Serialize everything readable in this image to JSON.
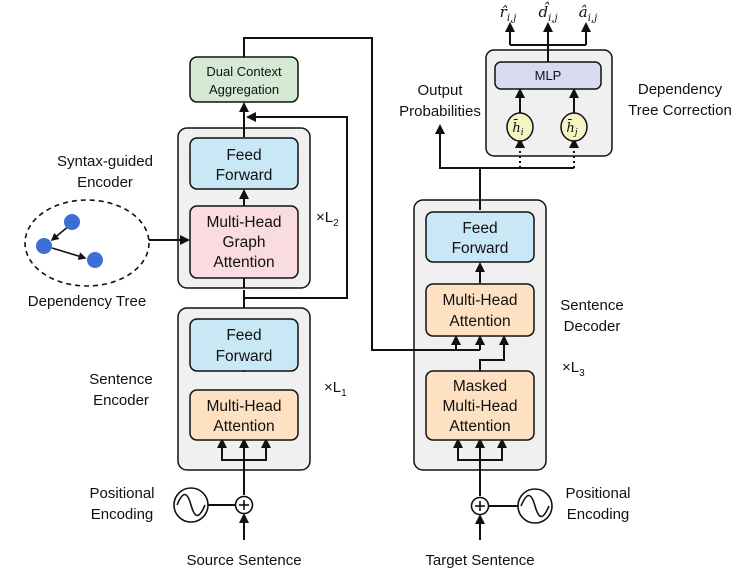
{
  "colors": {
    "feed_forward": "#c9e8f5",
    "attention": "#fde1c2",
    "graph_attention": "#fadbe0",
    "aggregation": "#d5ead4",
    "mlp": "#d8daf0",
    "hidden": "#f6f3c4",
    "container": "#f0f0f0",
    "node": "#3b6fd6"
  },
  "encoder": {
    "syntax_label_1": "Syntax-guided",
    "syntax_label_2": "Encoder",
    "feed_forward_1": "Feed",
    "feed_forward_2": "Forward",
    "graph_attention_1": "Multi-Head",
    "graph_attention_2": "Graph",
    "graph_attention_3": "Attention",
    "repeat_l2": "×L",
    "repeat_l2_sub": "2",
    "sentence_label_1": "Sentence",
    "sentence_label_2": "Encoder",
    "ff2_1": "Feed",
    "ff2_2": "Forward",
    "attention_1": "Multi-Head",
    "attention_2": "Attention",
    "repeat_l1": "×L",
    "repeat_l1_sub": "1",
    "positional_1": "Positional",
    "positional_2": "Encoding",
    "input": "Source Sentence"
  },
  "aggregation": {
    "line1": "Dual Context",
    "line2": "Aggregation"
  },
  "dependency_tree": {
    "label": "Dependency Tree"
  },
  "decoder": {
    "feed_forward_1": "Feed",
    "feed_forward_2": "Forward",
    "attention_1": "Multi-Head",
    "attention_2": "Attention",
    "masked_1": "Masked",
    "masked_2": "Multi-Head",
    "masked_3": "Attention",
    "label_1": "Sentence",
    "label_2": "Decoder",
    "repeat_l3": "×L",
    "repeat_l3_sub": "3",
    "positional_1": "Positional",
    "positional_2": "Encoding",
    "input": "Target Sentence"
  },
  "output": {
    "line1": "Output",
    "line2": "Probabilities"
  },
  "correction": {
    "mlp": "MLP",
    "label_1": "Dependency",
    "label_2": "Tree Correction",
    "h_i": "h̄",
    "h_i_sub": "i",
    "h_j": "h̄",
    "h_j_sub": "j",
    "out_r": "r̂",
    "out_r_sub": "i,j",
    "out_d": "d̂",
    "out_d_sub": "i,j",
    "out_a": "â",
    "out_a_sub": "i,j"
  }
}
